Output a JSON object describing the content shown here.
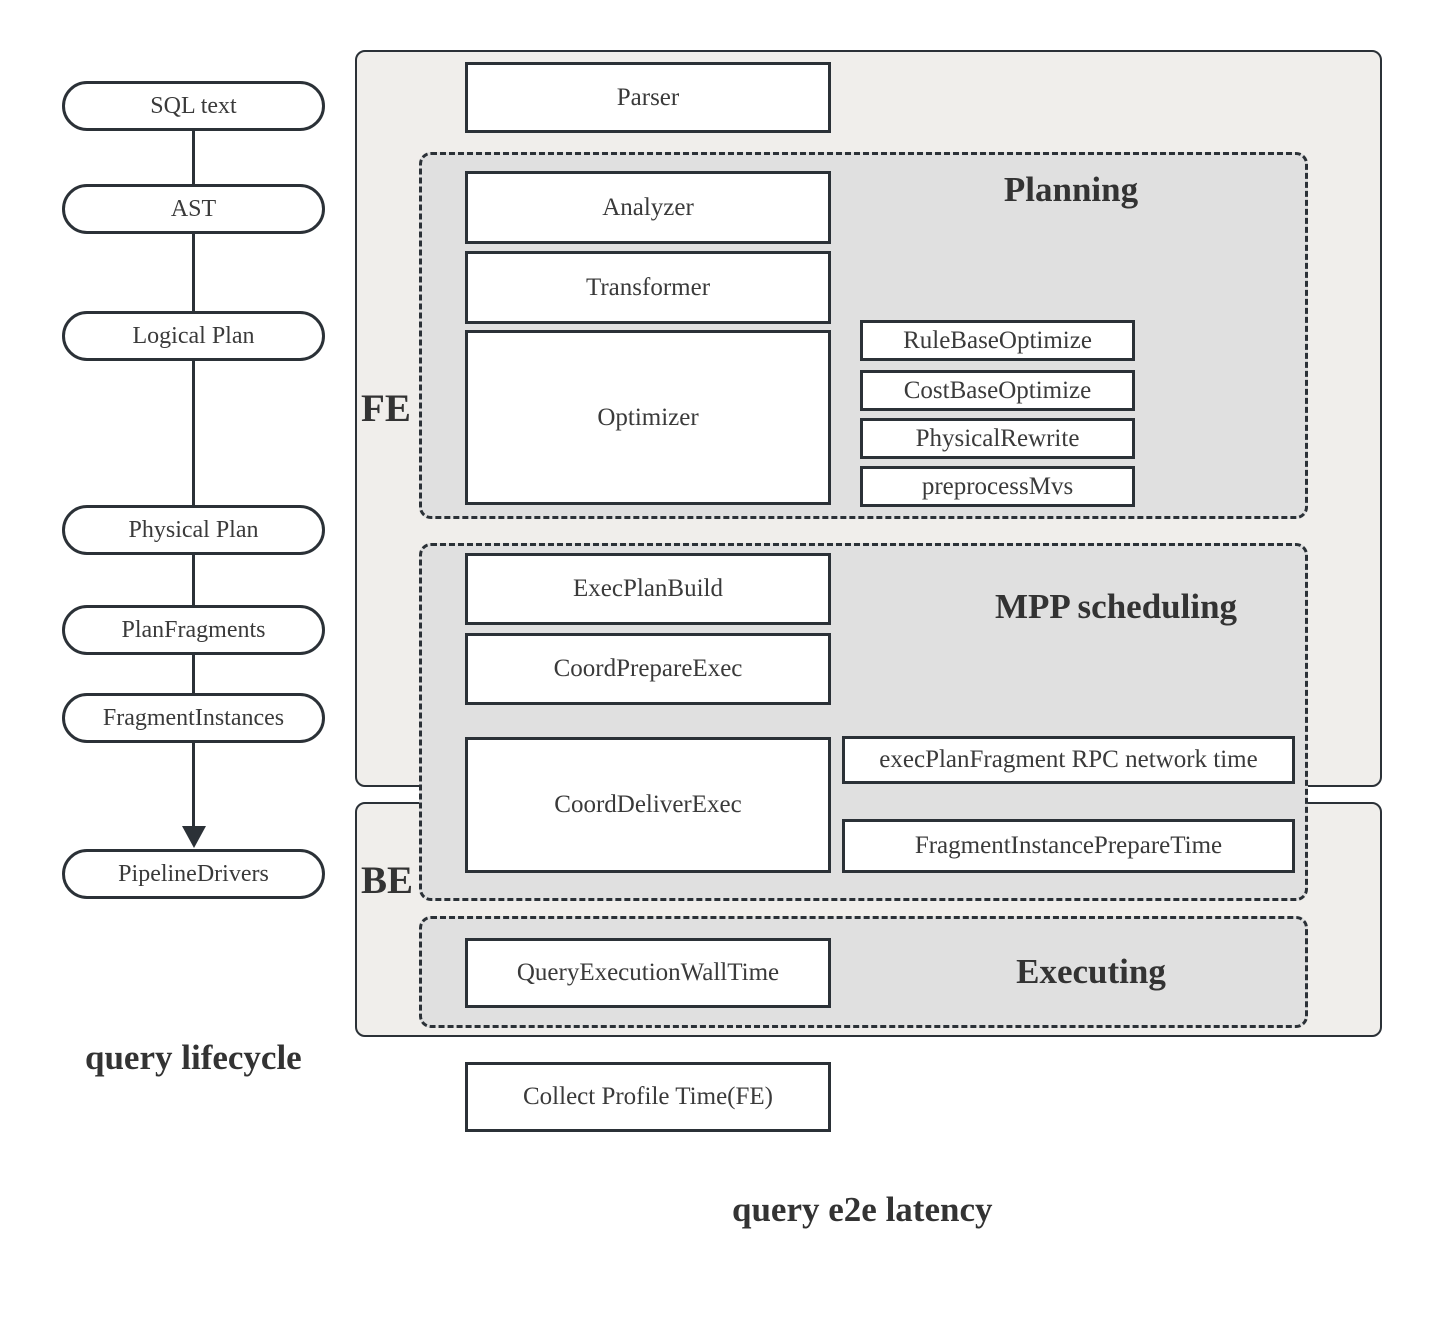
{
  "colors": {
    "page_bg": "#ffffff",
    "container_fill": "#f0eeeb",
    "section_fill": "#e0e0e0",
    "stroke": "#2b3137",
    "text": "#3a3a3a"
  },
  "lifecycle": {
    "title": "query lifecycle",
    "stages": [
      "SQL text",
      "AST",
      "Logical Plan",
      "Physical Plan",
      "PlanFragments",
      "FragmentInstances",
      "PipelineDrivers"
    ]
  },
  "containers": {
    "fe": "FE",
    "be": "BE"
  },
  "fe": {
    "parser": "Parser",
    "planning": {
      "title": "Planning",
      "analyzer": "Analyzer",
      "transformer": "Transformer",
      "optimizer": "Optimizer",
      "optimizer_steps": [
        "RuleBaseOptimize",
        "CostBaseOptimize",
        "PhysicalRewrite",
        "preprocessMvs"
      ]
    },
    "mpp": {
      "title": "MPP scheduling",
      "exec_plan_build": "ExecPlanBuild",
      "coord_prepare_exec": "CoordPrepareExec",
      "coord_deliver_exec": "CoordDeliverExec",
      "rpc_network_time": "execPlanFragment RPC network time",
      "fragment_instance_prepare_time": "FragmentInstancePrepareTime"
    }
  },
  "be": {
    "executing": {
      "title": "Executing",
      "query_execution_wall_time": "QueryExecutionWallTime"
    }
  },
  "collect_profile": "Collect Profile Time(FE)",
  "e2e_title": "query e2e latency"
}
